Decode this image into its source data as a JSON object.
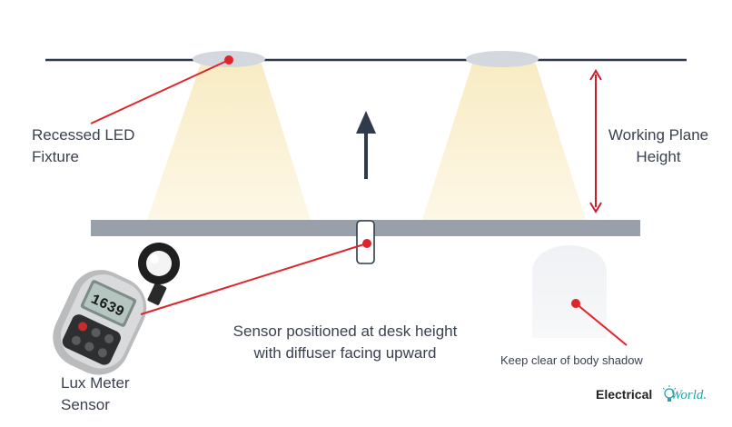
{
  "labels": {
    "fixture": [
      "Recessed LED",
      "Fixture"
    ],
    "working_plane": [
      "Working Plane",
      "Height"
    ],
    "sensor_position": [
      "Sensor positioned at desk height",
      "with diffuser facing upward"
    ],
    "lux_meter": [
      "Lux Meter",
      "Sensor"
    ],
    "body_shadow": "Keep clear of body shadow"
  },
  "meter_display": "1639",
  "brand": {
    "part1": "Electrical",
    "part2": "World."
  },
  "colors": {
    "line": "#2f3a4c",
    "accent": "#e0242b",
    "desk": "#9aa0aa",
    "beam": "#fbf3dc",
    "fixture": "#d3d7de"
  }
}
